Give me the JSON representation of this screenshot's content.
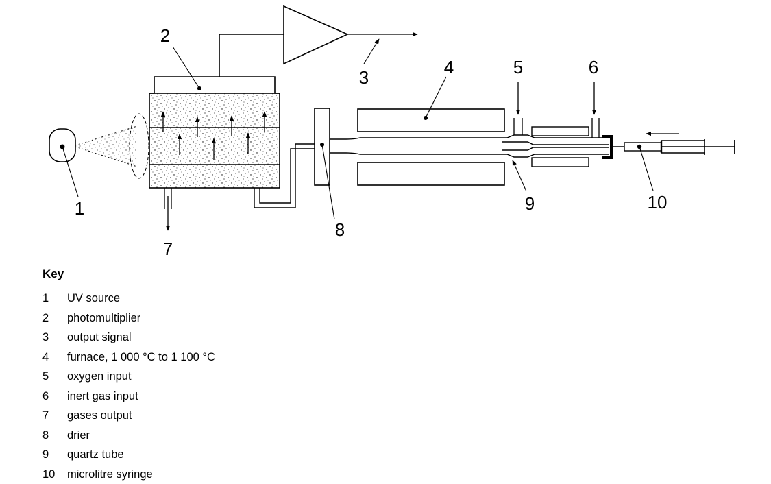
{
  "diagram": {
    "callouts": [
      "1",
      "2",
      "3",
      "4",
      "5",
      "6",
      "7",
      "8",
      "9",
      "10"
    ]
  },
  "key": {
    "title": "Key",
    "items": [
      {
        "num": "1",
        "text": "UV source"
      },
      {
        "num": "2",
        "text": "photomultiplier"
      },
      {
        "num": "3",
        "text": "output signal"
      },
      {
        "num": "4",
        "text": "furnace, 1 000 °C to 1 100 °C"
      },
      {
        "num": "5",
        "text": "oxygen input"
      },
      {
        "num": "6",
        "text": "inert gas input"
      },
      {
        "num": "7",
        "text": "gases output"
      },
      {
        "num": "8",
        "text": "drier"
      },
      {
        "num": "9",
        "text": "quartz tube"
      },
      {
        "num": "10",
        "text": "microlitre syringe"
      }
    ]
  }
}
